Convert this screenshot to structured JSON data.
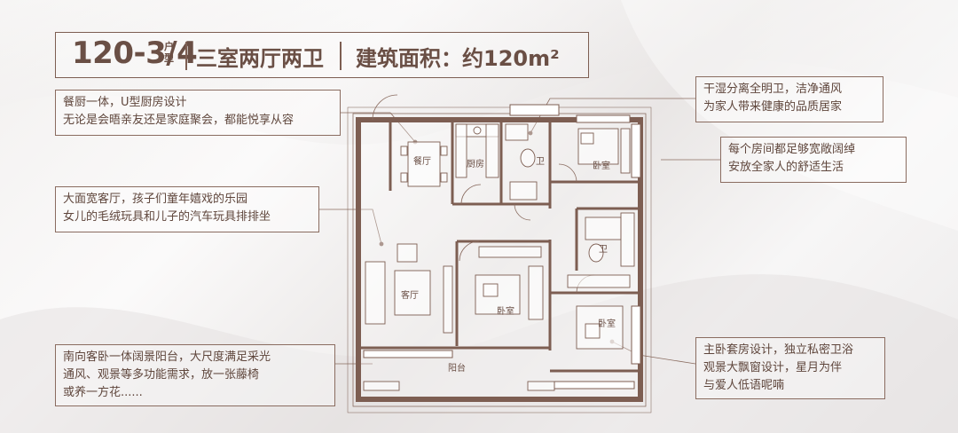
{
  "header": {
    "unit_number": "120-3/4",
    "unit_suffix": "户型",
    "layout": "三室两厅两卫",
    "area": "建筑面积：约120m²"
  },
  "callouts": {
    "kitchen_dining": {
      "line1": "餐厨一体，U型厨房设计",
      "line2": "无论是会晤亲友还是家庭聚会，都能悦享从容"
    },
    "living_room": {
      "line1": "大面宽客厅，孩子们童年嬉戏的乐园",
      "line2": "女儿的毛绒玩具和儿子的汽车玩具排排坐"
    },
    "balcony": {
      "line1": "南向客卧一体阔景阳台，大尺度满足采光",
      "line2": "通风、观景等多功能需求，放一张藤椅",
      "line3": "或养一方花......"
    },
    "bathroom": {
      "line1": "干湿分离全明卫，洁净通风",
      "line2": "为家人带来健康的品质居家"
    },
    "bedrooms": {
      "line1": "每个房间都足够宽敞阔绰",
      "line2": "安放全家人的舒适生活"
    },
    "master_suite": {
      "line1": "主卧套房设计，独立私密卫浴",
      "line2": "观景大飘窗设计，星月为伴",
      "line3": "与爱人低语呢喃"
    }
  },
  "rooms": {
    "dining": "餐厅",
    "kitchen": "厨房",
    "bathroom_top": "卫",
    "bedroom_top": "卧室",
    "bathroom_mid": "卫",
    "living": "客厅",
    "bedroom_mid": "卧室",
    "bedroom_master": "卧室",
    "balcony": "阳台"
  },
  "colors": {
    "accent": "#6a4f45",
    "line": "#8a6c60",
    "background": "#f2f0ef"
  }
}
